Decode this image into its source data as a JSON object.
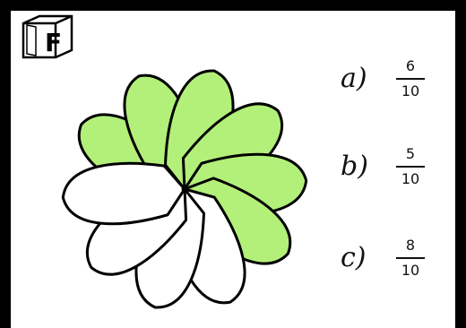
{
  "badge": {
    "letter": "F"
  },
  "flower": {
    "total_petals": 10,
    "shaded_petals": 6,
    "shaded_color": "#b3f07a",
    "unshaded_color": "#ffffff",
    "outline_color": "#000000"
  },
  "options": [
    {
      "letter": "a)",
      "numerator": "6",
      "denominator": "10"
    },
    {
      "letter": "b)",
      "numerator": "5",
      "denominator": "10"
    },
    {
      "letter": "c)",
      "numerator": "8",
      "denominator": "10"
    }
  ]
}
